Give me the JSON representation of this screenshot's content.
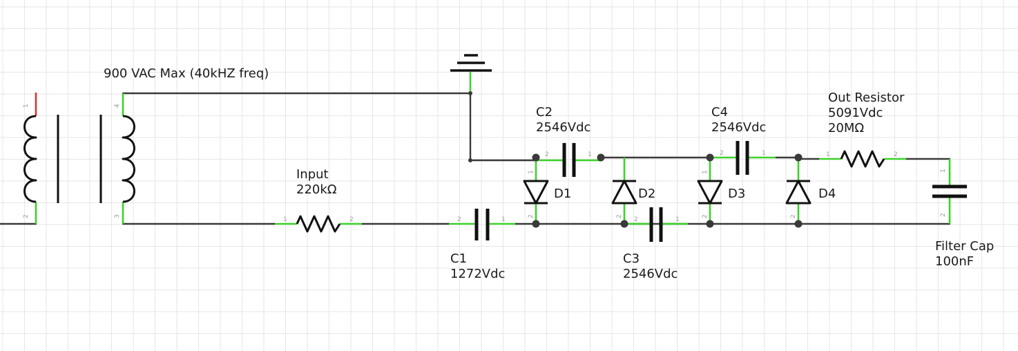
{
  "colors": {
    "wire": "#3a3a3a",
    "pin_connected": "#3cd22a",
    "pin_unconnected": "#e03030",
    "component": "#111111",
    "grid": "#e6e6e6",
    "text": "#1a1a1a"
  },
  "labels": {
    "source": "900 VAC Max (40kHZ freq)",
    "input_name": "Input",
    "input_value": "220kΩ",
    "c1_name": "C1",
    "c1_value": "1272Vdc",
    "c2_name": "C2",
    "c2_value": "2546Vdc",
    "c3_name": "C3",
    "c3_value": "2546Vdc",
    "c4_name": "C4",
    "c4_value": "2546Vdc",
    "d1": "D1",
    "d2": "D2",
    "d3": "D3",
    "d4": "D4",
    "out_name": "Out Resistor",
    "out_voltage": "5091Vdc",
    "out_value": "20MΩ",
    "filter_name": "Filter Cap",
    "filter_value": "100nF"
  },
  "pins": {
    "one": "1",
    "two": "2",
    "three": "3",
    "four": "4"
  }
}
